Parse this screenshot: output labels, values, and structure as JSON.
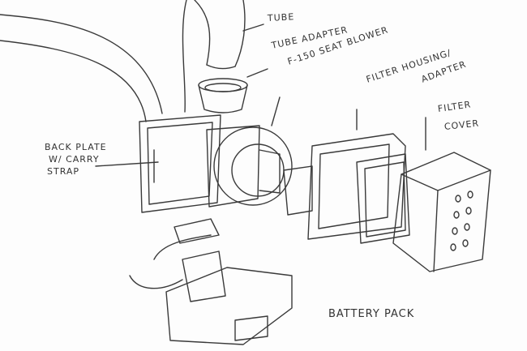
{
  "labels": {
    "tube": "TUBE",
    "tube_adapter": "TUBE ADAPTER",
    "blower": "F-150 SEAT BLOWER",
    "filter_housing_1": "FILTER HOUSING/",
    "filter_housing_2": "ADAPTER",
    "filter": "FILTER",
    "cover": "COVER",
    "back_plate_1": "BACK PLATE",
    "back_plate_2": "W/ CARRY",
    "back_plate_3": "STRAP",
    "battery": "BATTERY PACK"
  }
}
